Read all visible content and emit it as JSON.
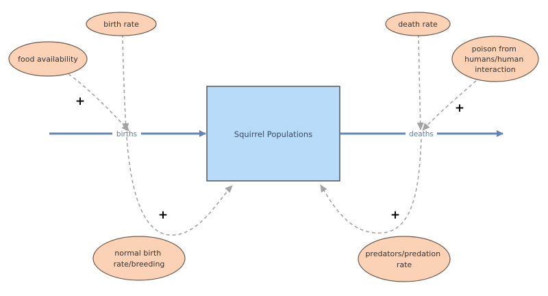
{
  "diagram": {
    "stock": {
      "label": "Squirrel Populations"
    },
    "flows": {
      "births": {
        "label": "births"
      },
      "deaths": {
        "label": "deaths"
      }
    },
    "converters": {
      "birth_rate": "birth rate",
      "food_availability": "food availability",
      "death_rate": "death rate",
      "poison": [
        "poison from",
        "humans/human",
        "interaction"
      ],
      "normal_birth": [
        "normal birth",
        "rate/breeding"
      ],
      "predators": [
        "predators/predation",
        "rate"
      ]
    },
    "polarity": "+",
    "colors": {
      "stock_fill": "#b7dbf8",
      "converter_fill": "#fcd2b6",
      "flow": "#6283b8",
      "link": "#a3a3a3"
    }
  }
}
